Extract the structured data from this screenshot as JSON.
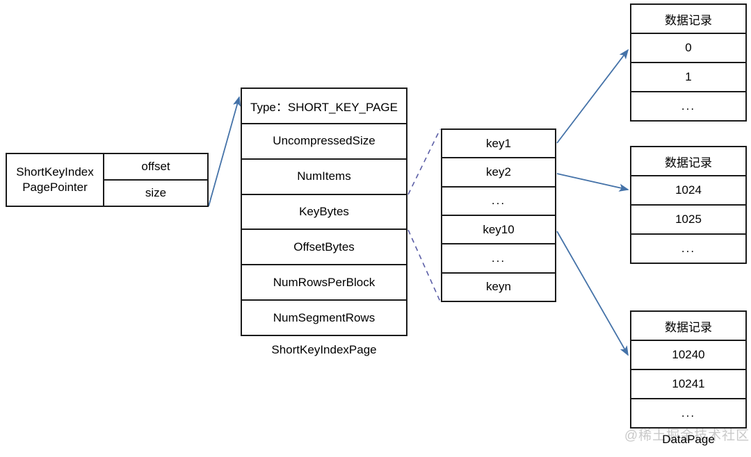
{
  "diagram": {
    "pointer": {
      "label": "ShortKeyIndex\nPagePointer",
      "label_line1": "ShortKeyIndex",
      "label_line2": "PagePointer",
      "fields": [
        {
          "name": "offset"
        },
        {
          "name": "size"
        }
      ]
    },
    "short_key_index_page": {
      "caption": "ShortKeyIndexPage",
      "rows": [
        {
          "text": "Type：SHORT_KEY_PAGE"
        },
        {
          "text": "UncompressedSize"
        },
        {
          "text": "NumItems"
        },
        {
          "text": "KeyBytes"
        },
        {
          "text": "OffsetBytes"
        },
        {
          "text": "NumRowsPerBlock"
        },
        {
          "text": "NumSegmentRows"
        }
      ]
    },
    "key_list": {
      "rows": [
        {
          "text": "key1"
        },
        {
          "text": "key2"
        },
        {
          "text": "..."
        },
        {
          "text": "key10"
        },
        {
          "text": "..."
        },
        {
          "text": "keyn"
        }
      ]
    },
    "data_pages": {
      "caption": "DataPage",
      "tables": [
        {
          "header": "数据记录",
          "rows": [
            {
              "text": "0"
            },
            {
              "text": "1"
            },
            {
              "text": "..."
            }
          ]
        },
        {
          "header": "数据记录",
          "rows": [
            {
              "text": "1024"
            },
            {
              "text": "1025"
            },
            {
              "text": "..."
            }
          ]
        },
        {
          "header": "数据记录",
          "rows": [
            {
              "text": "10240"
            },
            {
              "text": "10241"
            },
            {
              "text": "..."
            }
          ]
        }
      ]
    },
    "watermark": {
      "text": "@稀土掘金技术社区"
    },
    "colors": {
      "arrow": "#4472a8",
      "dashed": "#5b5ea6",
      "border": "#1a1a1a",
      "watermark": "#c9c9c9",
      "background": "#ffffff"
    }
  }
}
